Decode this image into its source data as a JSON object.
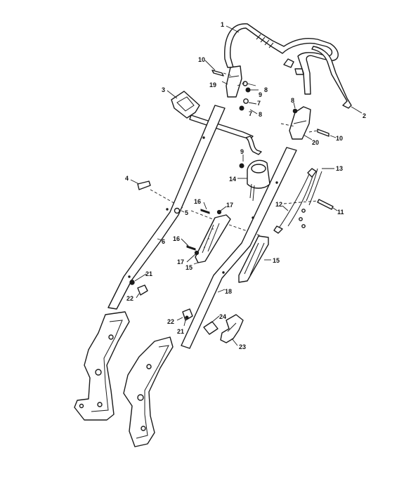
{
  "parts": [
    {
      "id": "1",
      "label": "1"
    },
    {
      "id": "2",
      "label": "2"
    },
    {
      "id": "3",
      "label": "3"
    },
    {
      "id": "4",
      "label": "4"
    },
    {
      "id": "5",
      "label": "5"
    },
    {
      "id": "6",
      "label": "6"
    },
    {
      "id": "7",
      "label": "7"
    },
    {
      "id": "8",
      "label": "8"
    },
    {
      "id": "9",
      "label": "9"
    },
    {
      "id": "10",
      "label": "10"
    },
    {
      "id": "11",
      "label": "11"
    },
    {
      "id": "12",
      "label": "12"
    },
    {
      "id": "13",
      "label": "13"
    },
    {
      "id": "14",
      "label": "14"
    },
    {
      "id": "15",
      "label": "15"
    },
    {
      "id": "16",
      "label": "16"
    },
    {
      "id": "17",
      "label": "17"
    },
    {
      "id": "18",
      "label": "18"
    },
    {
      "id": "19",
      "label": "19"
    },
    {
      "id": "20",
      "label": "20"
    },
    {
      "id": "21",
      "label": "21"
    },
    {
      "id": "22",
      "label": "22"
    },
    {
      "id": "23",
      "label": "23"
    },
    {
      "id": "24",
      "label": "24"
    }
  ]
}
